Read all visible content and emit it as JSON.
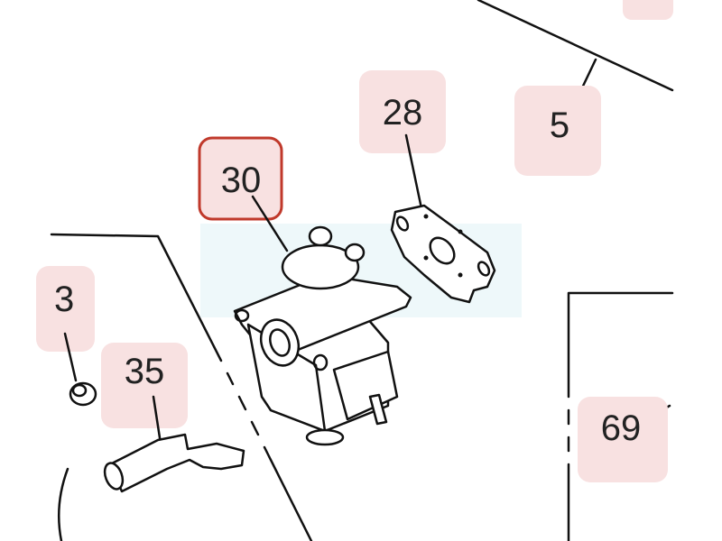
{
  "diagram": {
    "callouts": [
      {
        "id": "30",
        "label": "30",
        "selected": true
      },
      {
        "id": "28",
        "label": "28",
        "selected": false
      },
      {
        "id": "5",
        "label": "5",
        "selected": false
      },
      {
        "id": "3",
        "label": "3",
        "selected": false
      },
      {
        "id": "35",
        "label": "35",
        "selected": false
      },
      {
        "id": "69",
        "label": "69",
        "selected": false
      }
    ],
    "colors": {
      "badge": "#f8e1e1",
      "selected_border": "#c0392b",
      "highlight_band": "#eef8fa"
    }
  }
}
